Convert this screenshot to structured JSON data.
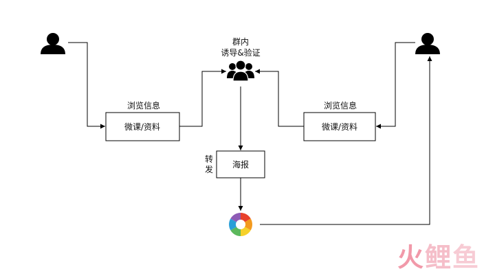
{
  "group_node": {
    "line1": "群内",
    "line2": "诱导&验证"
  },
  "left_box": {
    "label": "微课/资料",
    "caption": "浏览信息"
  },
  "right_box": {
    "label": "微课/资料",
    "caption": "浏览信息"
  },
  "poster_box": {
    "label": "海报",
    "caption_line1": "转",
    "caption_line2": "发"
  },
  "watermark": {
    "text": "火鲤鱼"
  },
  "icons": {
    "left_user": "user-icon",
    "right_user": "user-icon",
    "group": "group-users-icon",
    "camera": "camera-aperture-icon"
  }
}
